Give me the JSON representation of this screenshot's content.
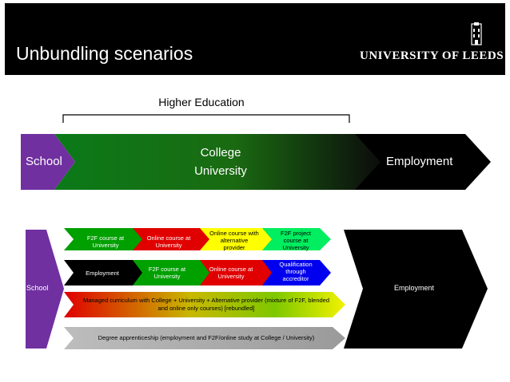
{
  "header": {
    "title": "Unbundling scenarios",
    "university": "UNIVERSITY OF LEEDS"
  },
  "higher_education_label": "Higher Education",
  "top_flow": {
    "school": "School",
    "college": "College",
    "university": "University",
    "employment": "Employment"
  },
  "bottom_flow": {
    "school": "School",
    "employment": "Employment",
    "row1": [
      "F2F course at University",
      "Online course at University",
      "Online course with alternative provider",
      "F2F project course at University"
    ],
    "row2": [
      "Employment",
      "F2F course at University",
      "Online course at University",
      "Qualification through accreditor"
    ],
    "row3": "Managed curriculum with College + University + Alternative provider (mixture of F2F, blended and online only courses) [rebundled]",
    "row4": "Degree apprenticeship (employment and F2F/online study at College / University)"
  },
  "colors": {
    "header": "#000000",
    "school": "#7030a0",
    "employment": "#000000",
    "green": "#00a000",
    "red": "#e00000",
    "yellow": "#ffff00",
    "bright_green": "#00ee60",
    "blue": "#0000ee",
    "grey": "#a6a6a6"
  }
}
